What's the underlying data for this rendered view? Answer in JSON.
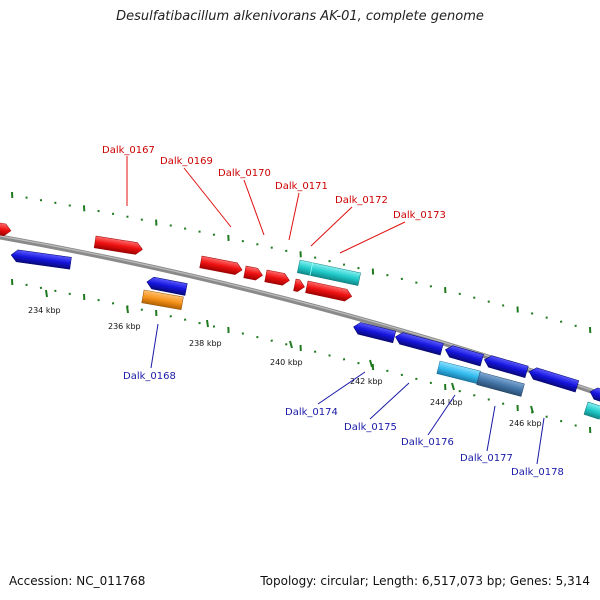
{
  "title": "Desulfatibacillum alkenivorans AK-01, complete genome",
  "accession": "Accession: NC_011768",
  "summary": "Topology: circular; Length: 6,517,073 bp; Genes: 5,314",
  "colors": {
    "forward_label": "#cc0000",
    "reverse_label": "#1a1aa8",
    "tick": "#1f7a1f",
    "backbone": "#8a8a8a",
    "red_gene": "#ee1111",
    "blue_gene": "#1515dd",
    "cyan_gene": "#22cccc",
    "orange_gene": "#f7941d",
    "sky_gene": "#33bbee",
    "steel_gene": "#4477aa"
  },
  "ticks": [
    "234 kbp",
    "236 kbp",
    "238 kbp",
    "240 kbp",
    "242 kbp",
    "244 kbp",
    "246 kbp"
  ],
  "forward_labels": [
    "Dalk_0167",
    "Dalk_0169",
    "Dalk_0170",
    "Dalk_0171",
    "Dalk_0172",
    "Dalk_0173"
  ],
  "reverse_labels": [
    "Dalk_0168",
    "Dalk_0174",
    "Dalk_0175",
    "Dalk_0176",
    "Dalk_0177",
    "Dalk_0178"
  ]
}
